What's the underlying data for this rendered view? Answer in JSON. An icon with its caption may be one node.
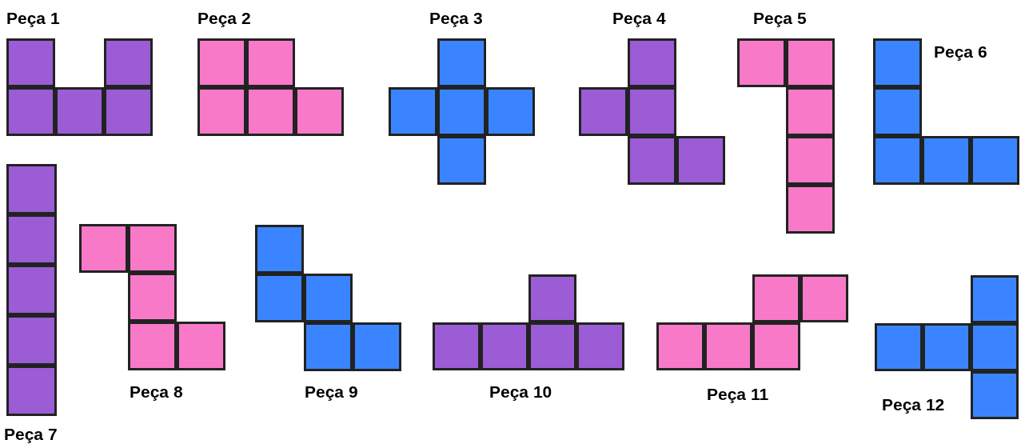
{
  "diagram": {
    "nodes": [
      {
        "text": [
          "Peça 1"
        ]
      },
      {
        "text": [
          "Peça 2"
        ]
      },
      {
        "text": [
          "Peça 3"
        ]
      },
      {
        "text": [
          "Peça 4"
        ]
      },
      {
        "text": [
          "Peça 5"
        ]
      },
      {
        "text": [
          "Peça 6"
        ]
      },
      {
        "text": [
          "Peça 7"
        ]
      },
      {
        "text": [
          "Peça 8"
        ]
      },
      {
        "text": [
          "Peça 9"
        ]
      },
      {
        "text": [
          "Peça 10"
        ]
      },
      {
        "text": [
          "Peça 11"
        ]
      },
      {
        "text": [
          "Peça 12"
        ]
      }
    ]
  }
}
